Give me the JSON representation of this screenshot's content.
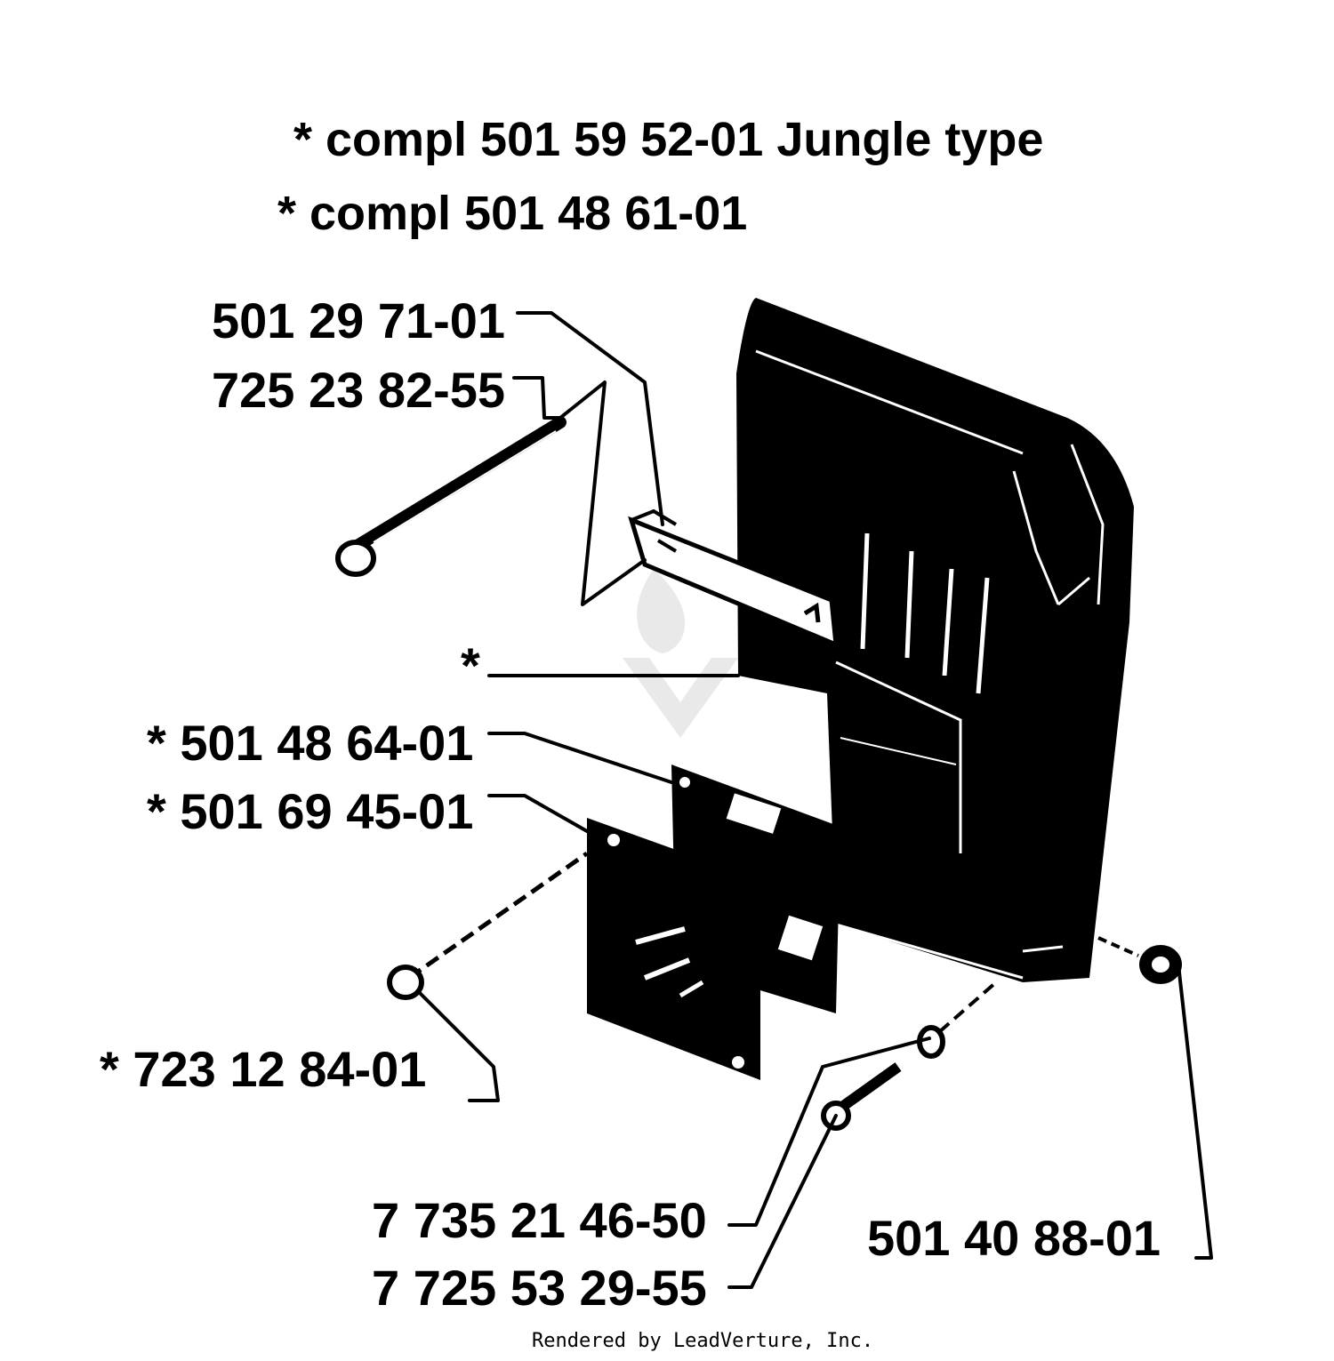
{
  "header": {
    "line1": "*  compl 501 59 52-01 Jungle type",
    "line2": "*  compl 501 48 61-01"
  },
  "callouts": {
    "part_501_29_71_01": "501 29 71-01",
    "part_725_23_82_55": "725 23 82-55",
    "asterisk_only": "*",
    "part_501_48_64_01": "*  501 48 64-01",
    "part_501_69_45_01": "*  501 69 45-01",
    "part_723_12_84_01": "*  723 12 84-01",
    "part_735_21_46_50": "7  735 21 46-50",
    "part_725_53_29_55": "7  725 53 29-55",
    "part_501_40_88_01": "501 40 88-01"
  },
  "footer": {
    "credit": "Rendered by LeadVerture, Inc."
  },
  "colors": {
    "ink": "#000000",
    "paper": "#ffffff"
  }
}
